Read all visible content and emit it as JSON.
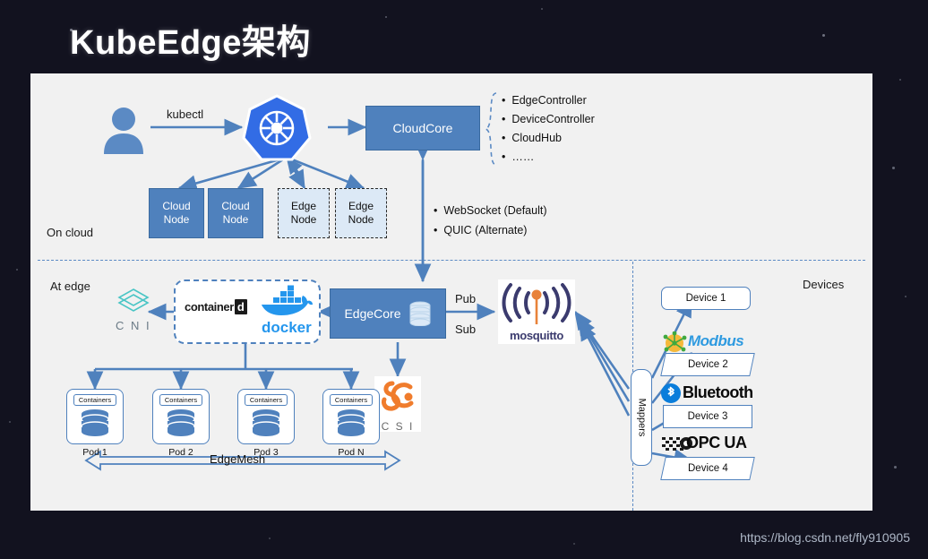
{
  "page": {
    "title": "KubeEdge架构",
    "watermark": "https://blog.csdn.net/fly910905",
    "bg_color": "#12121f",
    "canvas_color": "#f1f1f1",
    "accent_blue": "#4f81bd"
  },
  "zones": {
    "on_cloud": "On cloud",
    "at_edge": "At edge",
    "devices": "Devices"
  },
  "cloud": {
    "user_icon": "user-icon",
    "kubectl_label": "kubectl",
    "k8s_icon": "kubernetes-icon",
    "cloudcore": "CloudCore",
    "cloudcore_components": [
      "EdgeController",
      "DeviceController",
      "CloudHub",
      "……"
    ],
    "nodes": [
      {
        "line1": "Cloud",
        "line2": "Node",
        "style": "solid"
      },
      {
        "line1": "Cloud",
        "line2": "Node",
        "style": "solid"
      },
      {
        "line1": "Edge",
        "line2": "Node",
        "style": "dashed"
      },
      {
        "line1": "Edge",
        "line2": "Node",
        "style": "dashed"
      }
    ]
  },
  "transport": {
    "protocols": [
      "WebSocket (Default)",
      "QUIC (Alternate)"
    ]
  },
  "edge": {
    "cni_label": "C N I",
    "cni_icon": "cni-icon",
    "containerd_label": "container",
    "containerd_mark": "d",
    "docker_label": "docker",
    "docker_icon": "docker-whale-icon",
    "edgecore": "EdgeCore",
    "edgecore_db_icon": "database-icon",
    "pub_label": "Pub",
    "sub_label": "Sub",
    "mosquitto_label": "mosquitto",
    "mosquitto_icon": "mosquitto-icon",
    "csi_label": "C S I",
    "csi_icon": "csi-icon",
    "mappers_label": "Mappers",
    "edgemesh_label": "EdgeMesh",
    "pods": [
      {
        "chip": "Containers",
        "name": "Pod 1"
      },
      {
        "chip": "Containers",
        "name": "Pod 2"
      },
      {
        "chip": "Containers",
        "name": "Pod 3"
      },
      {
        "chip": "Containers",
        "name": "Pod N"
      }
    ]
  },
  "devices": [
    {
      "name": "Device 1",
      "protocol": "",
      "shape": "round"
    },
    {
      "name": "Device 2",
      "protocol": "Modbus",
      "shape": "skew"
    },
    {
      "name": "Device 3",
      "protocol": "Bluetooth",
      "shape": "plain"
    },
    {
      "name": "Device 4",
      "protocol": "OPC UA",
      "shape": "skew"
    }
  ]
}
